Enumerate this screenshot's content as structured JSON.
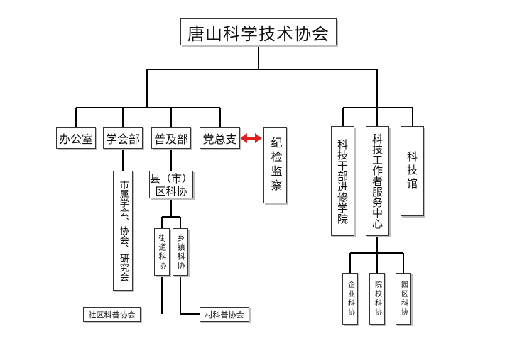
{
  "diagram": {
    "root": "唐山科学技术协会",
    "left_units": {
      "office": "办公室",
      "societies_dept": "学会部",
      "popularization_dept": "普及部",
      "party_branch": "党总支"
    },
    "discipline_inspection": "纪检监察",
    "municipal_societies": "市属学会、协会、研究会",
    "county_assoc": {
      "line1": "县（市）",
      "line2": "区科协"
    },
    "street_assoc": "街道科协",
    "town_assoc": "乡镇科协",
    "community_assoc": "社区科普协会",
    "village_assoc": "村科普协会",
    "right_units": {
      "cadre_school": "科技干部进修学院",
      "service_center": "科技工作者服务中心",
      "museum": "科技馆"
    },
    "enterprise_assoc": "企业科协",
    "college_assoc": "院校科协",
    "park_assoc": "园区科协"
  },
  "colors": {
    "line": "#000000",
    "border": "#333333",
    "shadow": "#bdbdbd",
    "arrow": "#e02020"
  }
}
